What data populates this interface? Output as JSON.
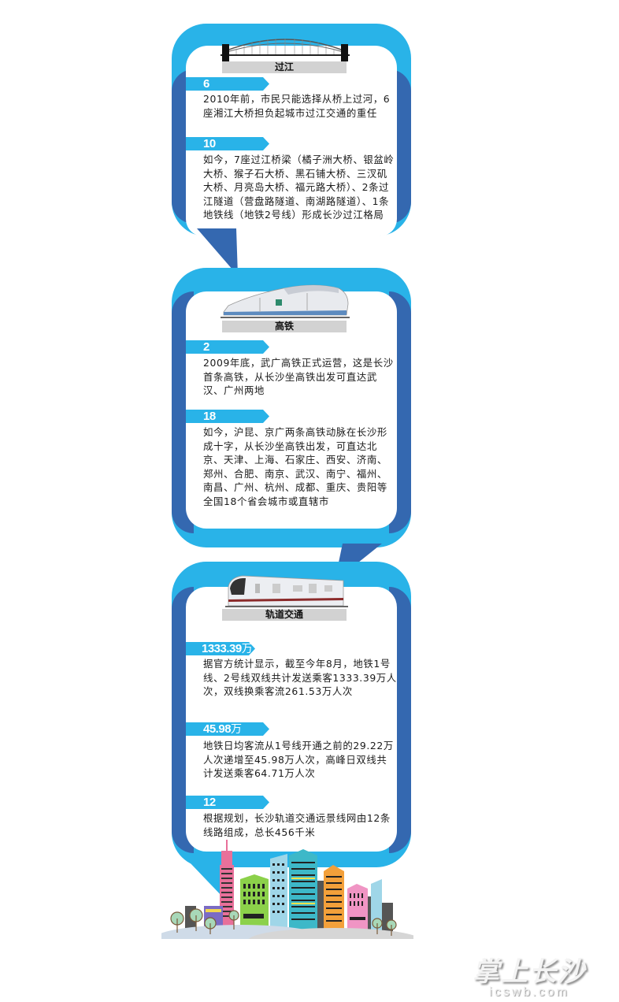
{
  "sections": [
    {
      "title": "过江",
      "illustration": "bridge-illustration",
      "items": [
        {
          "number": "6",
          "unit": "",
          "text": "2010年前，市民只能选择从桥上过河，6座湘江大桥担负起城市过江交通的重任"
        },
        {
          "number": "10",
          "unit": "",
          "text": "如今，7座过江桥梁（橘子洲大桥、银盆岭大桥、猴子石大桥、黑石铺大桥、三汊矶大桥、月亮岛大桥、福元路大桥）、2条过江隧道（营盘路隧道、南湖路隧道）、1条地铁线（地铁2号线）形成长沙过江格局"
        }
      ]
    },
    {
      "title": "高铁",
      "illustration": "high-speed-train-illustration",
      "items": [
        {
          "number": "2",
          "unit": "",
          "text": "2009年底，武广高铁正式运营，这是长沙首条高铁，从长沙坐高铁出发可直达武汉、广州两地"
        },
        {
          "number": "18",
          "unit": "",
          "text": "如今，沪昆、京广两条高铁动脉在长沙形成十字，从长沙坐高铁出发，可直达北京、天津、上海、石家庄、西安、济南、郑州、合肥、南京、武汉、南宁、福州、南昌、广州、杭州、成都、重庆、贵阳等全国18个省会城市或直辖市"
        }
      ]
    },
    {
      "title": "轨道交通",
      "illustration": "subway-train-illustration",
      "items": [
        {
          "number": "1333.39",
          "unit": "万",
          "text": "据官方统计显示，截至今年8月，地铁1号线、2号线双线共计发送乘客1333.39万人次，双线换乘客流261.53万人次"
        },
        {
          "number": "45.98",
          "unit": "万",
          "text": "地铁日均客流从1号线开通之前的29.22万人次递增至45.98万人次，高峰日双线共计发送乘客64.71万人次"
        },
        {
          "number": "12",
          "unit": "",
          "text": "根据规划，长沙轨道交通远景线网由12条线路组成，总长456千米"
        }
      ]
    }
  ],
  "footer": {
    "illustration": "city-skyline-illustration"
  },
  "watermark": {
    "main": "掌上长沙",
    "sub": "icswb.com"
  },
  "colors": {
    "light_blue": "#29b3e8",
    "dark_blue": "#3468b0",
    "title_bar": "#d2d2d2",
    "text": "#1a1a1a"
  }
}
